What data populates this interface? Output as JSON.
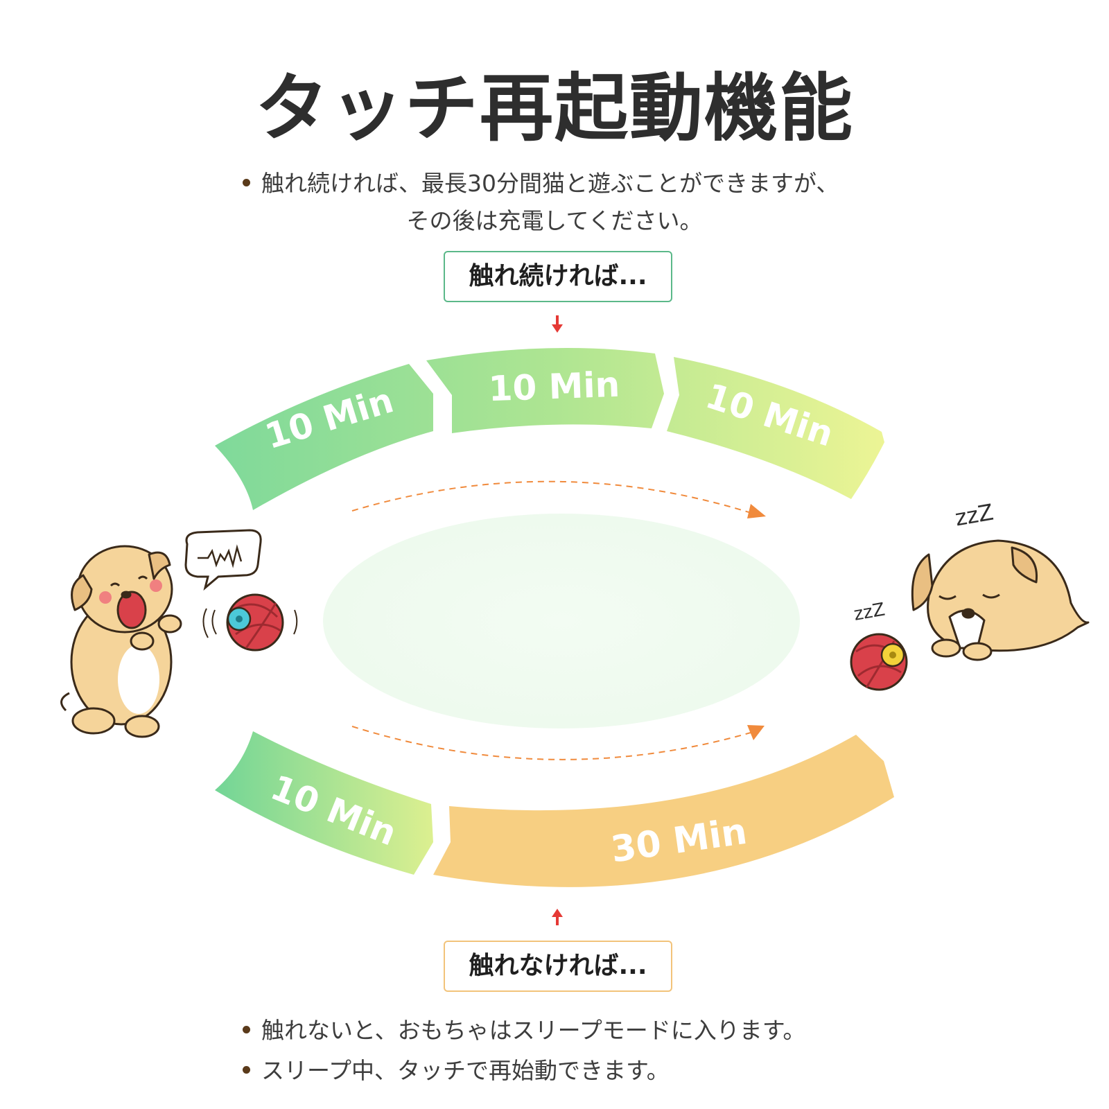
{
  "title": "タッチ再起動機能",
  "intro": {
    "line1": "触れ続ければ、最長30分間猫と遊ぶことができますが、",
    "line2": "その後は充電してください。"
  },
  "box_top": "触れ続ければ...",
  "box_bottom": "触れなければ...",
  "segments_top": [
    "10 Min",
    "10 Min",
    "10 Min"
  ],
  "segments_bottom": [
    "10 Min",
    "30 Min"
  ],
  "speech_bubble": "–^-√V",
  "zzz_large": "zzZ",
  "zzz_small": "zzZ",
  "bullets": [
    "触れないと、おもちゃはスリープモードに入ります。",
    "スリープ中、タッチで再始動できます。"
  ],
  "colors": {
    "green_start": "#7fd99a",
    "green_end": "#eaf395",
    "orange": "#f7cf82",
    "arrow_red": "#e53935",
    "dash_orange": "#f08a3c",
    "box_green": "#5bb889",
    "box_orange": "#f2c37a"
  }
}
